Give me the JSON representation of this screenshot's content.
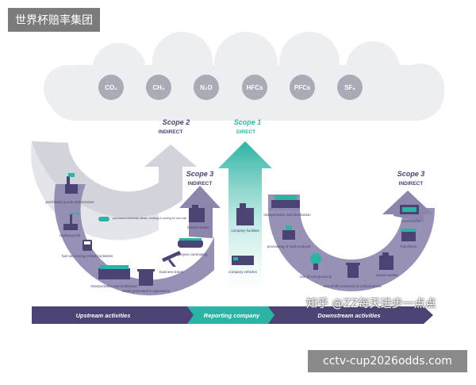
{
  "corner_label": "世界杯赔率集团",
  "site_label": "cctv-cup2026odds.com",
  "watermark": "知乎 @ZZ每天进步一点点",
  "colors": {
    "purple": "#4a4373",
    "teal": "#2bb3a3",
    "gray": "#d7d8de",
    "light_purple": "#8c86ad"
  },
  "gases": [
    "CO₂",
    "CH₄",
    "N₂O",
    "HFCs",
    "PFCs",
    "SF₆"
  ],
  "scopes": [
    {
      "title": "Scope 2",
      "sub": "INDIRECT"
    },
    {
      "title": "Scope 1",
      "sub": "DIRECT"
    },
    {
      "title": "Scope 3",
      "sub": "INDIRECT"
    },
    {
      "title": "Scope 3",
      "sub": "INDIRECT"
    }
  ],
  "upstream_items": [
    "purchased goods and services",
    "capital goods",
    "fuel and energy related activities",
    "transportation and distribution",
    "waste generated in operations",
    "business travel",
    "employee commuting",
    "leased assets",
    "purchased electricity, steam, heating & cooling for own use"
  ],
  "direct_items": [
    "company facilities",
    "company vehicles"
  ],
  "downstream_items": [
    "transportation and distribution",
    "processing of sold products",
    "use of sold products",
    "end-of-life treatment of sold products",
    "leased assets",
    "franchises",
    "investments"
  ],
  "bar": {
    "upstream": "Upstream activities",
    "reporting": "Reporting company",
    "downstream": "Downstream activities"
  }
}
